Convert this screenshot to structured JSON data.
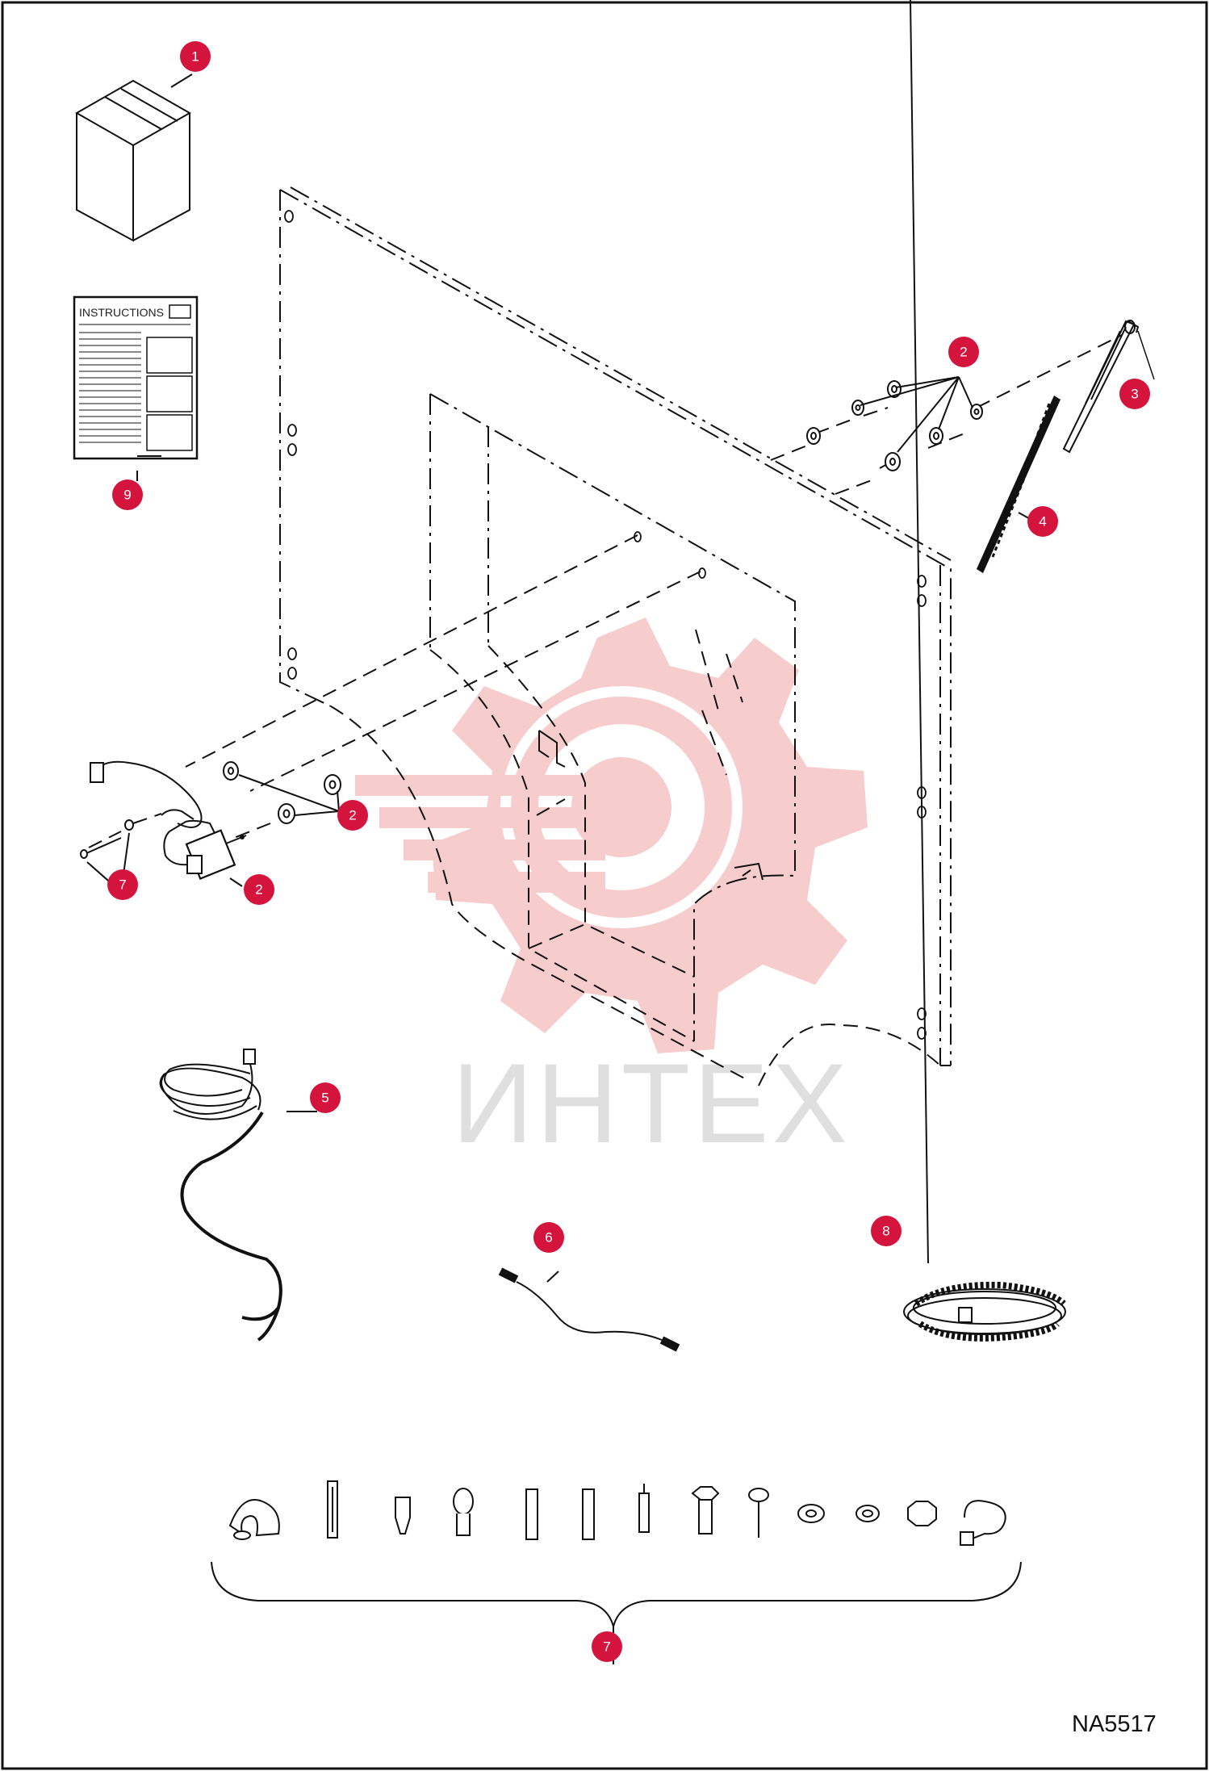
{
  "document": {
    "code": "NA5517",
    "watermark": "ИНТЕХ"
  },
  "instructions_sheet": {
    "title": "INSTRUCTIONS"
  },
  "callouts": [
    {
      "id": "c1",
      "label": "1",
      "part": "box"
    },
    {
      "id": "c9",
      "label": "9",
      "part": "instructions"
    },
    {
      "id": "c2a",
      "label": "2",
      "part": "washers-nut-upper"
    },
    {
      "id": "c3",
      "label": "3",
      "part": "wiper-arm"
    },
    {
      "id": "c4",
      "label": "4",
      "part": "wiper-blade"
    },
    {
      "id": "c2b",
      "label": "2",
      "part": "washers-motor"
    },
    {
      "id": "c2c",
      "label": "2",
      "part": "wiper-motor"
    },
    {
      "id": "c7a",
      "label": "7",
      "part": "motor-screws"
    },
    {
      "id": "c5",
      "label": "5",
      "part": "wire-harness"
    },
    {
      "id": "c6",
      "label": "6",
      "part": "jumper-wire"
    },
    {
      "id": "c8",
      "label": "8",
      "part": "spiral-wrap"
    },
    {
      "id": "c7b",
      "label": "7",
      "part": "hardware-kit"
    }
  ],
  "colors": {
    "callout": "#d4143c",
    "watermark_red": "#f6c7c7",
    "watermark_gray": "#dcdcdc",
    "line": "#111111"
  }
}
